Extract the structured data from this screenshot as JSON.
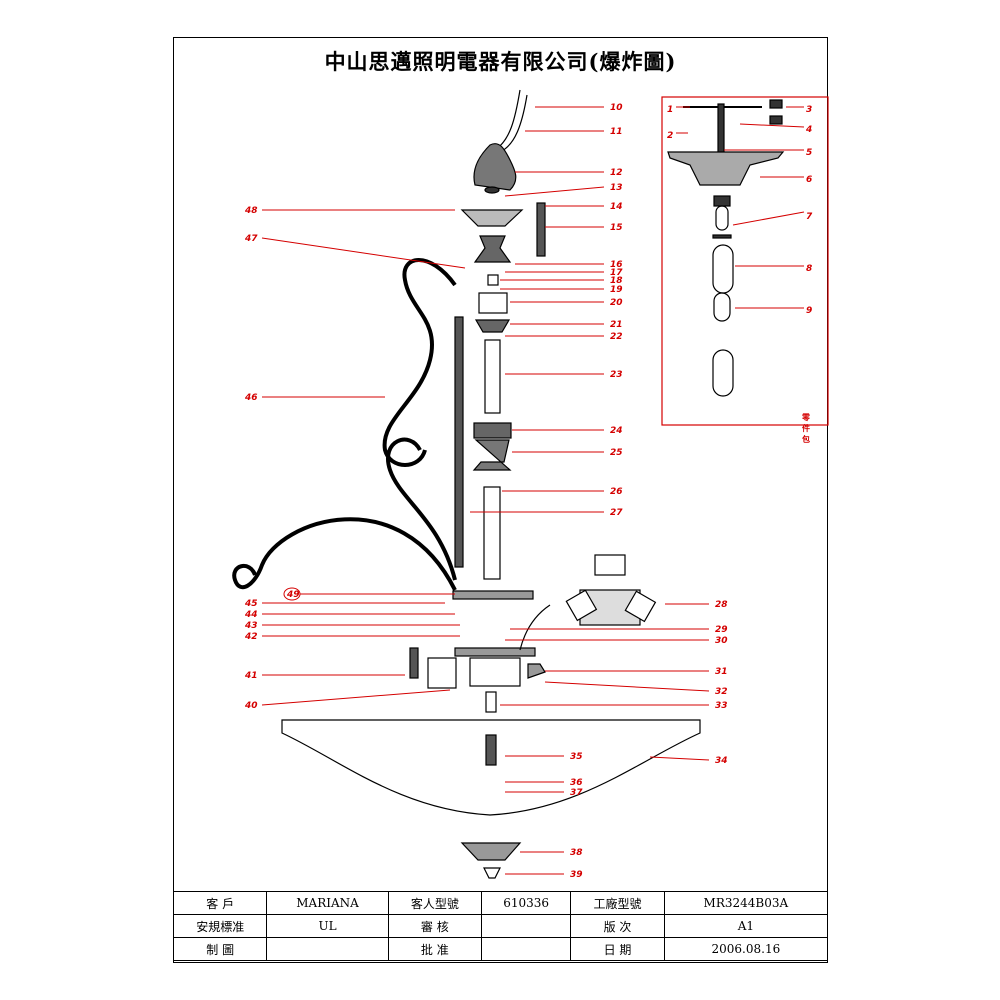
{
  "title": "中山思邁照明電器有限公司(爆炸圖)",
  "parts_kit_label": "零件包",
  "callouts_main": [
    "10",
    "11",
    "12",
    "13",
    "14",
    "15",
    "16",
    "17",
    "18",
    "19",
    "20",
    "21",
    "22",
    "23",
    "24",
    "25",
    "26",
    "27",
    "28",
    "29",
    "30",
    "31",
    "32",
    "33",
    "34",
    "35",
    "36",
    "37",
    "38",
    "39",
    "40",
    "41",
    "42",
    "43",
    "44",
    "45",
    "46",
    "47",
    "48",
    "49"
  ],
  "callouts_kit": [
    "1",
    "2",
    "3",
    "4",
    "5",
    "6",
    "7",
    "8",
    "9"
  ],
  "table": {
    "rows": [
      [
        "客 戶",
        "MARIANA",
        "客人型號",
        "610336",
        "工廠型號",
        "MR3244B03A"
      ],
      [
        "安規標准",
        "UL",
        "審 核",
        "",
        "版 次",
        "A1"
      ],
      [
        "制 圖",
        "",
        "批 准",
        "",
        "日 期",
        "2006.08.16"
      ]
    ]
  },
  "colors": {
    "callout": "#d40000",
    "line": "#000000"
  }
}
